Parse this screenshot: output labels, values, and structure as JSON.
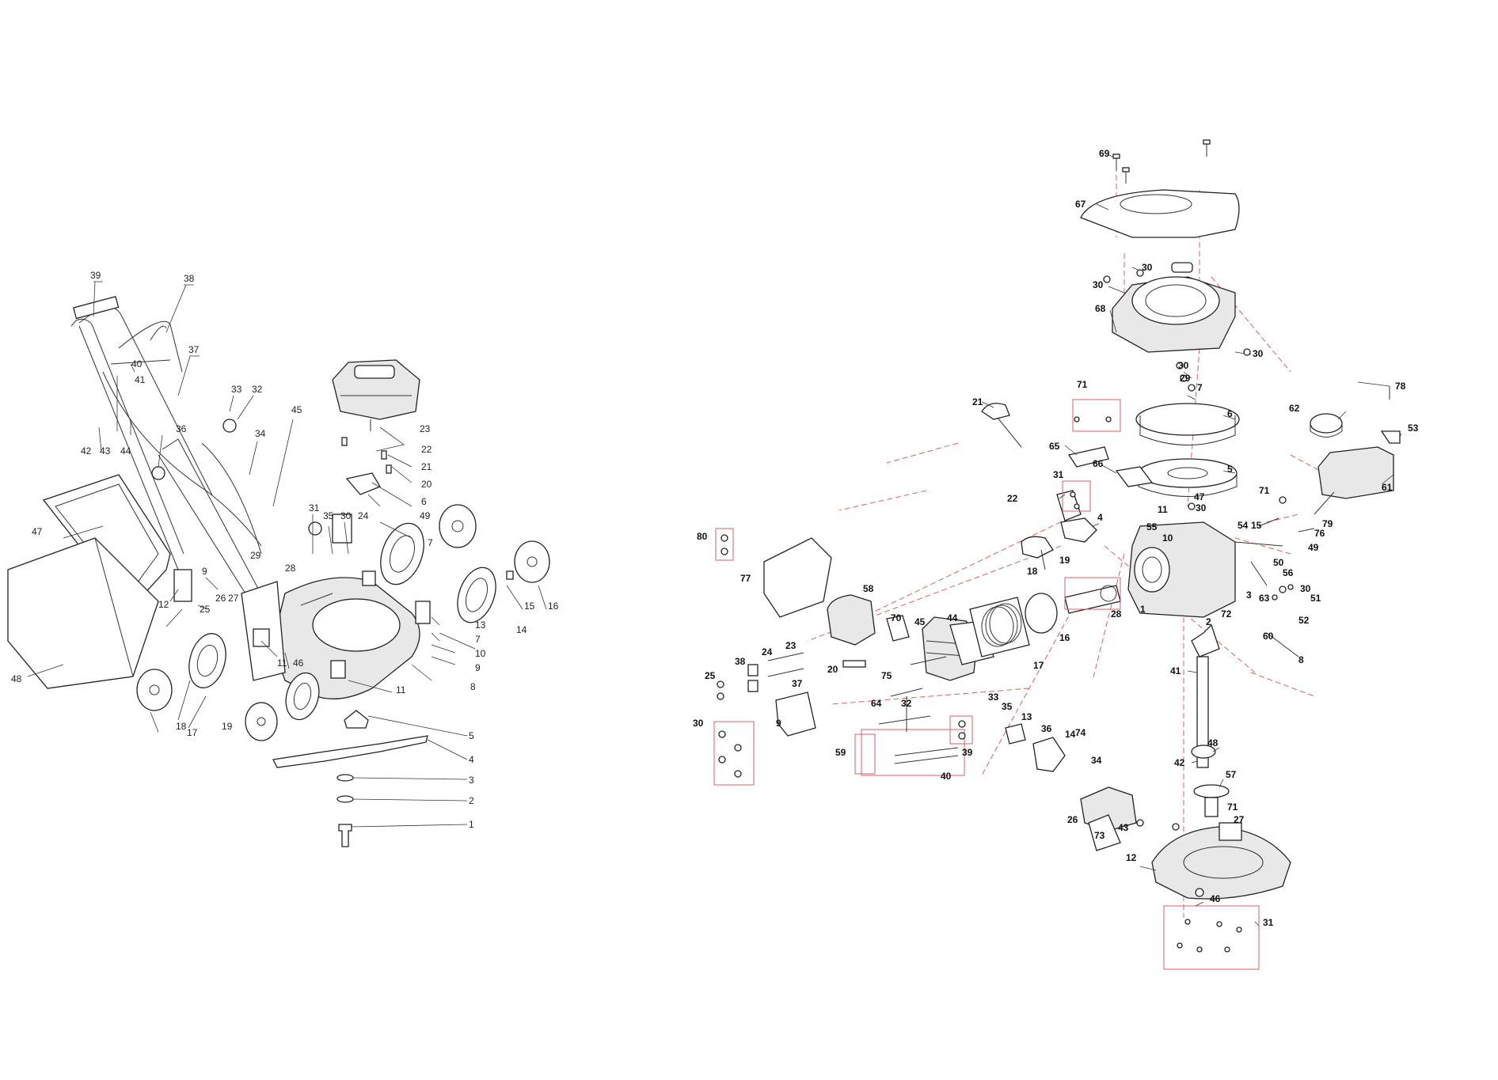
{
  "mower_labels": [
    "39",
    "38",
    "37",
    "40",
    "41",
    "42",
    "43",
    "44",
    "33",
    "32",
    "36",
    "34",
    "45",
    "47",
    "48",
    "31",
    "35",
    "30",
    "24",
    "29",
    "28",
    "9",
    "26",
    "27",
    "25",
    "12",
    "11",
    "46",
    "23",
    "22",
    "21",
    "20",
    "6",
    "49",
    "7",
    "15",
    "16",
    "13",
    "7",
    "10",
    "14",
    "9",
    "8",
    "11",
    "18",
    "19",
    "17",
    "5",
    "4",
    "3",
    "2",
    "1"
  ],
  "engine_labels": [
    "69",
    "67",
    "30",
    "30",
    "68",
    "30",
    "30",
    "29",
    "7",
    "6",
    "5",
    "71",
    "21",
    "65",
    "66",
    "31",
    "22",
    "4",
    "11",
    "55",
    "10",
    "47",
    "30",
    "54",
    "15",
    "71",
    "78",
    "62",
    "53",
    "61",
    "79",
    "76",
    "49",
    "50",
    "56",
    "30",
    "51",
    "52",
    "8",
    "60",
    "63",
    "2",
    "72",
    "3",
    "80",
    "77",
    "58",
    "70",
    "45",
    "44",
    "18",
    "19",
    "28",
    "1",
    "16",
    "17",
    "24",
    "23",
    "38",
    "37",
    "25",
    "20",
    "75",
    "64",
    "32",
    "33",
    "35",
    "13",
    "36",
    "74",
    "14",
    "34",
    "9",
    "30",
    "59",
    "39",
    "40",
    "41",
    "48",
    "42",
    "57",
    "71",
    "27",
    "43",
    "73",
    "26",
    "12",
    "46",
    "31"
  ]
}
